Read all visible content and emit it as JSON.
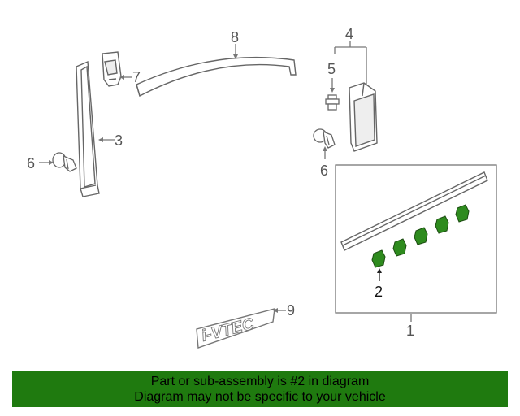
{
  "callouts": {
    "c1": "1",
    "c2": "2",
    "c3": "3",
    "c4": "4",
    "c5": "5",
    "c6a": "6",
    "c6b": "6",
    "c7": "7",
    "c8": "8",
    "c9": "9"
  },
  "emblem_text": "i-VTEC",
  "banner": {
    "line1": "Part or sub-assembly is #2 in diagram",
    "line2": "Diagram may not be specific to your vehicle"
  },
  "colors": {
    "banner_bg": "#1f7a0f",
    "clip_green": "#2e8b1e",
    "line_gray": "#777777"
  }
}
